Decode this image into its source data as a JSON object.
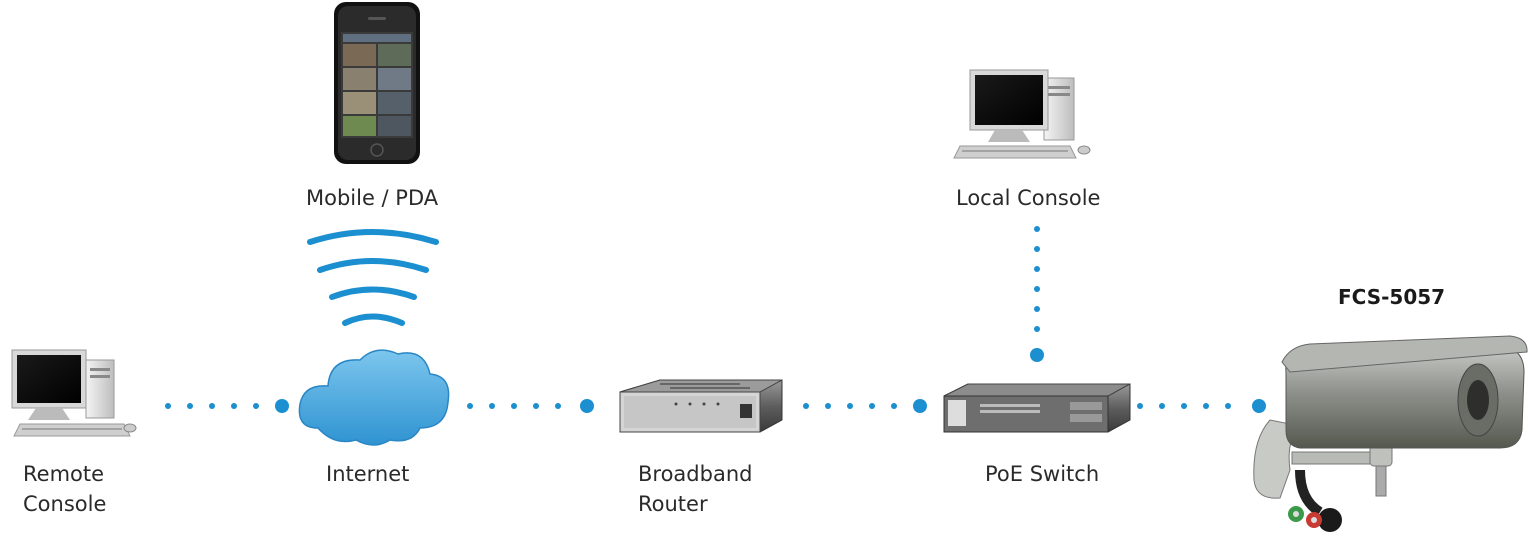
{
  "colors": {
    "link": "#1b8fcf",
    "cloud": "#3ea3dc",
    "wifi": "#1b8fcf"
  },
  "nodes": {
    "mobile": {
      "label": "Mobile / PDA",
      "icon": "smartphone-icon"
    },
    "local_console": {
      "label": "Local Console",
      "icon": "desktop-computer-icon"
    },
    "remote_console": {
      "line1": "Remote",
      "line2": "Console",
      "icon": "desktop-computer-icon"
    },
    "internet": {
      "label": "Internet",
      "icon": "cloud-icon"
    },
    "router": {
      "line1": "Broadband",
      "line2": "Router",
      "icon": "router-icon"
    },
    "switch": {
      "label": "PoE Switch",
      "icon": "network-switch-icon"
    },
    "camera": {
      "label": "FCS-5057",
      "icon": "bullet-camera-icon"
    }
  }
}
